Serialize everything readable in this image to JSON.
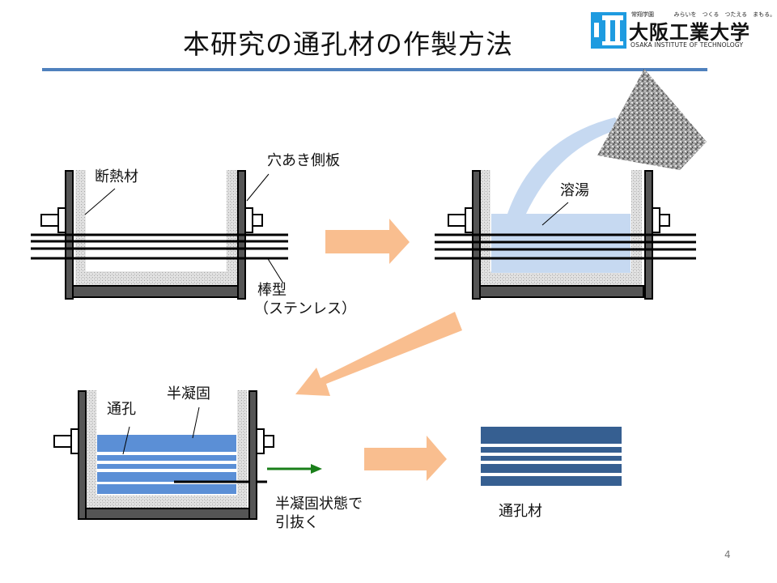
{
  "slide": {
    "title": "本研究の通孔材の作製方法",
    "page_number": "4"
  },
  "logo": {
    "subtitle_left": "常翔学園",
    "subtitle_right": "みらいを　つくる　つたえる　まもる。",
    "name_ja": "大阪工業大学",
    "name_en": "OSAKA INSTITUTE OF TECHNOLOGY",
    "brand_color": "#1e9be0"
  },
  "step1": {
    "label_insulation": "断熱材",
    "label_side_plate": "穴あき側板",
    "label_rod_line1": "棒型",
    "label_rod_line2": "（ステンレス）"
  },
  "step2": {
    "label_melt": "溶湯"
  },
  "step3": {
    "label_channel": "通孔",
    "label_semisolid": "半凝固",
    "label_pull_line1": "半凝固状態で",
    "label_pull_line2": "引抜く"
  },
  "step4": {
    "label_product": "通孔材"
  },
  "colors": {
    "arrow": "#f9be8f",
    "melt": "#c6d9f1",
    "semisolid": "#5b8fd6",
    "product": "#365f91",
    "wall": "#555555",
    "pull_arrow": "#1a7f1a",
    "rule": "#4f81bd"
  }
}
